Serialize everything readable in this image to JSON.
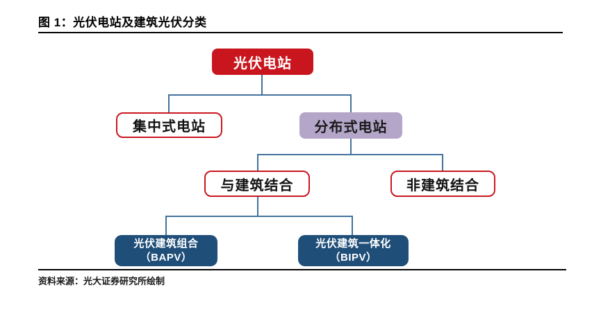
{
  "figure": {
    "title": "图 1：光伏电站及建筑光伏分类",
    "source": "资料来源：光大证券研究所绘制"
  },
  "colors": {
    "root_red": "#C9161E",
    "outline_red": "#C9161E",
    "distributed_purple": "#B3A6C9",
    "deep_blue": "#1F4E79",
    "connector_blue": "#41719C"
  },
  "nodes": {
    "root": {
      "label": "光伏电站"
    },
    "centralized": {
      "label": "集中式电站"
    },
    "distributed": {
      "label": "分布式电站"
    },
    "with_building": {
      "label": "与建筑结合"
    },
    "non_building": {
      "label": "非建筑结合"
    },
    "bapv": {
      "label": "光伏建筑组合",
      "sub": "（BAPV）"
    },
    "bipv": {
      "label": "光伏建筑一体化",
      "sub": "（BIPV）"
    }
  },
  "edges": [
    [
      "光伏电站",
      "集中式电站"
    ],
    [
      "光伏电站",
      "分布式电站"
    ],
    [
      "分布式电站",
      "与建筑结合"
    ],
    [
      "分布式电站",
      "非建筑结合"
    ],
    [
      "与建筑结合",
      "光伏建筑组合（BAPV）"
    ],
    [
      "与建筑结合",
      "光伏建筑一体化（BIPV）"
    ]
  ]
}
